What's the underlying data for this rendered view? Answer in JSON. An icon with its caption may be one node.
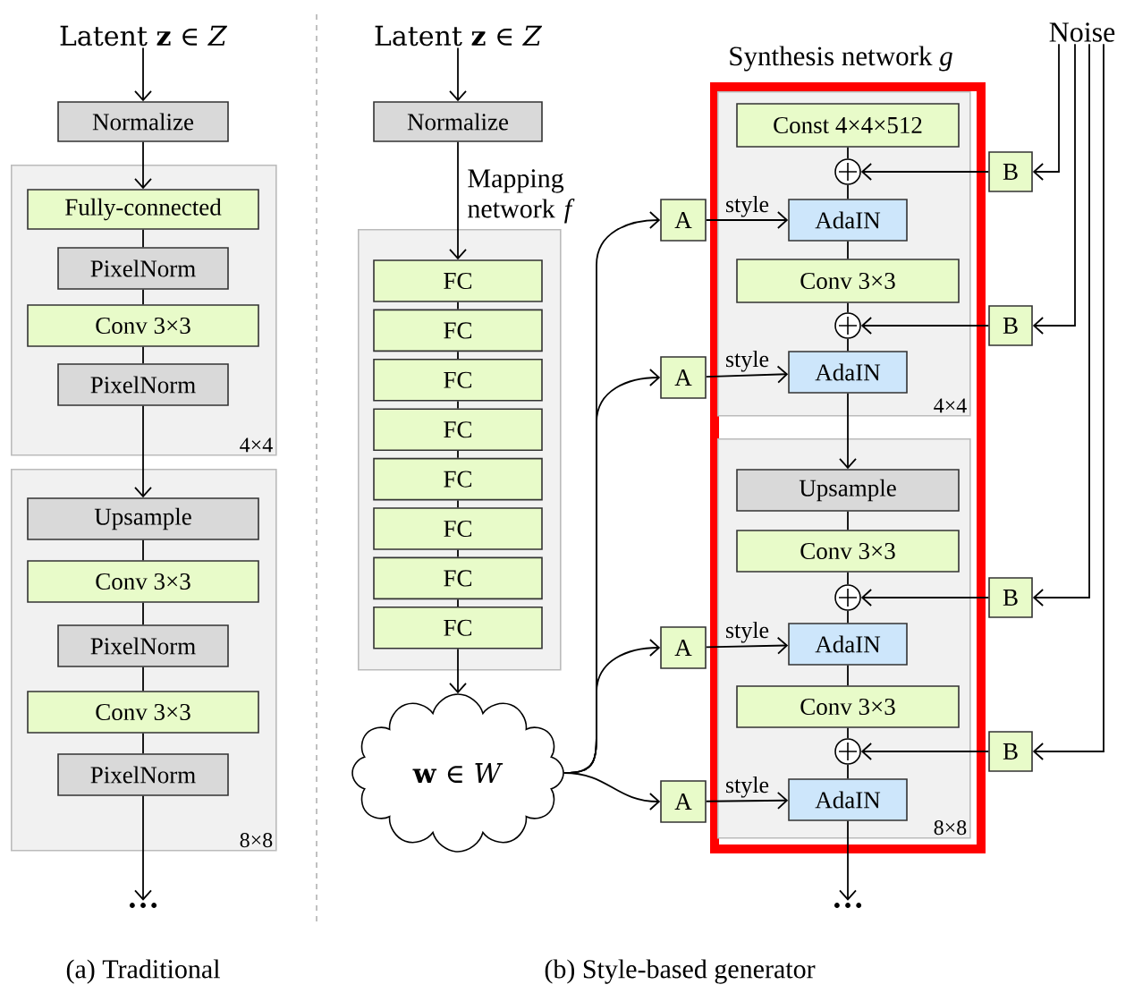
{
  "diagram": {
    "nodes": [
      {
        "text": [
          "Latent **z** ∈ *Z*"
        ]
      },
      {
        "text": [
          "Normalize"
        ]
      },
      {
        "text": [
          "4×4"
        ]
      },
      {
        "text": [
          "Fully-connected"
        ],
        "in": 2
      },
      {
        "text": [
          "PixelNorm"
        ],
        "in": 2
      },
      {
        "text": [
          "Conv 3×3"
        ],
        "in": 2
      },
      {
        "text": [
          "PixelNorm"
        ],
        "in": 2
      },
      {
        "text": [
          "8×8"
        ]
      },
      {
        "text": [
          "Upsample"
        ],
        "in": 7
      },
      {
        "text": [
          "Conv 3×3"
        ],
        "in": 7
      },
      {
        "text": [
          "PixelNorm"
        ],
        "in": 7
      },
      {
        "text": [
          "Conv 3×3"
        ],
        "in": 7
      },
      {
        "text": [
          "PixelNorm"
        ],
        "in": 7
      },
      {
        "text": [
          "…"
        ]
      },
      {
        "text": [
          "Latent **z** ∈ *Z*"
        ]
      },
      {
        "text": [
          "Normalize"
        ]
      },
      {
        "text": [
          "Mapping network *f*"
        ]
      },
      {
        "text": [
          "FC"
        ],
        "in": 16
      },
      {
        "text": [
          "FC"
        ],
        "in": 16
      },
      {
        "text": [
          "FC"
        ],
        "in": 16
      },
      {
        "text": [
          "FC"
        ],
        "in": 16
      },
      {
        "text": [
          "FC"
        ],
        "in": 16
      },
      {
        "text": [
          "FC"
        ],
        "in": 16
      },
      {
        "text": [
          "FC"
        ],
        "in": 16
      },
      {
        "text": [
          "FC"
        ],
        "in": 16
      },
      {
        "text": [
          "**w** ∈ *W*"
        ]
      },
      {
        "text": [
          "A"
        ]
      },
      {
        "text": [
          "A"
        ]
      },
      {
        "text": [
          "A"
        ]
      },
      {
        "text": [
          "A"
        ]
      },
      {
        "text": [
          "Synthesis network *g*"
        ]
      },
      {
        "text": [
          "4×4"
        ],
        "in": 30
      },
      {
        "text": [
          "Const 4×4×512"
        ],
        "in": 31
      },
      {
        "text": [],
        "shape": "circle",
        "in": 31
      },
      {
        "text": [
          "AdaIN"
        ],
        "in": 31
      },
      {
        "text": [
          "Conv 3×3"
        ],
        "in": 31
      },
      {
        "text": [],
        "shape": "circle",
        "in": 31
      },
      {
        "text": [
          "AdaIN"
        ],
        "in": 31
      },
      {
        "text": [
          "8×8"
        ],
        "in": 30
      },
      {
        "text": [
          "Upsample"
        ],
        "in": 38
      },
      {
        "text": [
          "Conv 3×3"
        ],
        "in": 38
      },
      {
        "text": [],
        "shape": "circle",
        "in": 38
      },
      {
        "text": [
          "AdaIN"
        ],
        "in": 38
      },
      {
        "text": [
          "Conv 3×3"
        ],
        "in": 38
      },
      {
        "text": [],
        "shape": "circle",
        "in": 38
      },
      {
        "text": [
          "AdaIN"
        ],
        "in": 38
      },
      {
        "text": [
          "…"
        ]
      },
      {
        "text": [
          "Noise"
        ]
      },
      {
        "text": [
          "B"
        ]
      },
      {
        "text": [
          "B"
        ]
      },
      {
        "text": [
          "B"
        ]
      },
      {
        "text": [
          "B"
        ]
      }
    ],
    "edges": [
      {
        "from": 0,
        "to": 1,
        "arrow": "to"
      },
      {
        "from": 1,
        "to": 3,
        "arrow": "to"
      },
      {
        "from": 3,
        "to": 4,
        "arrow": "none"
      },
      {
        "from": 4,
        "to": 5,
        "arrow": "none"
      },
      {
        "from": 5,
        "to": 6,
        "arrow": "none"
      },
      {
        "from": 6,
        "to": 8,
        "arrow": "to"
      },
      {
        "from": 8,
        "to": 9,
        "arrow": "none"
      },
      {
        "from": 9,
        "to": 10,
        "arrow": "none"
      },
      {
        "from": 10,
        "to": 11,
        "arrow": "none"
      },
      {
        "from": 11,
        "to": 12,
        "arrow": "none"
      },
      {
        "from": 12,
        "to": 13,
        "arrow": "to"
      },
      {
        "from": 14,
        "to": 15,
        "arrow": "to"
      },
      {
        "from": 15,
        "to": 17,
        "arrow": "to"
      },
      {
        "from": 17,
        "to": 18,
        "arrow": "none"
      },
      {
        "from": 18,
        "to": 19,
        "arrow": "none"
      },
      {
        "from": 19,
        "to": 20,
        "arrow": "none"
      },
      {
        "from": 20,
        "to": 21,
        "arrow": "none"
      },
      {
        "from": 21,
        "to": 22,
        "arrow": "none"
      },
      {
        "from": 22,
        "to": 23,
        "arrow": "none"
      },
      {
        "from": 23,
        "to": 24,
        "arrow": "none"
      },
      {
        "from": 24,
        "to": 25,
        "arrow": "to"
      },
      {
        "from": 25,
        "to": 26,
        "arrow": "to"
      },
      {
        "from": 25,
        "to": 27,
        "arrow": "to"
      },
      {
        "from": 25,
        "to": 28,
        "arrow": "to"
      },
      {
        "from": 25,
        "to": 29,
        "arrow": "to"
      },
      {
        "from": 26,
        "to": 34,
        "arrow": "to",
        "label": "style"
      },
      {
        "from": 27,
        "to": 37,
        "arrow": "to",
        "label": "style"
      },
      {
        "from": 28,
        "to": 42,
        "arrow": "to",
        "label": "style"
      },
      {
        "from": 29,
        "to": 45,
        "arrow": "to",
        "label": "style"
      },
      {
        "from": 32,
        "to": 33,
        "arrow": "none"
      },
      {
        "from": 33,
        "to": 34,
        "arrow": "none"
      },
      {
        "from": 34,
        "to": 35,
        "arrow": "none"
      },
      {
        "from": 35,
        "to": 36,
        "arrow": "none"
      },
      {
        "from": 36,
        "to": 37,
        "arrow": "none"
      },
      {
        "from": 37,
        "to": 39,
        "arrow": "to"
      },
      {
        "from": 39,
        "to": 40,
        "arrow": "none"
      },
      {
        "from": 40,
        "to": 41,
        "arrow": "none"
      },
      {
        "from": 41,
        "to": 42,
        "arrow": "none"
      },
      {
        "from": 42,
        "to": 43,
        "arrow": "none"
      },
      {
        "from": 43,
        "to": 44,
        "arrow": "none"
      },
      {
        "from": 44,
        "to": 45,
        "arrow": "none"
      },
      {
        "from": 45,
        "to": 46,
        "arrow": "to"
      },
      {
        "from": 48,
        "to": 33,
        "arrow": "to"
      },
      {
        "from": 49,
        "to": 36,
        "arrow": "to"
      },
      {
        "from": 50,
        "to": 41,
        "arrow": "to"
      },
      {
        "from": 51,
        "to": 44,
        "arrow": "to"
      },
      {
        "from": 47,
        "to": 48,
        "arrow": "to"
      },
      {
        "from": 47,
        "to": 49,
        "arrow": "to"
      },
      {
        "from": 47,
        "to": 50,
        "arrow": "to"
      },
      {
        "from": 47,
        "to": 51,
        "arrow": "to"
      }
    ],
    "labels": [
      "(a) Traditional",
      "(b) Style-based generator"
    ]
  }
}
